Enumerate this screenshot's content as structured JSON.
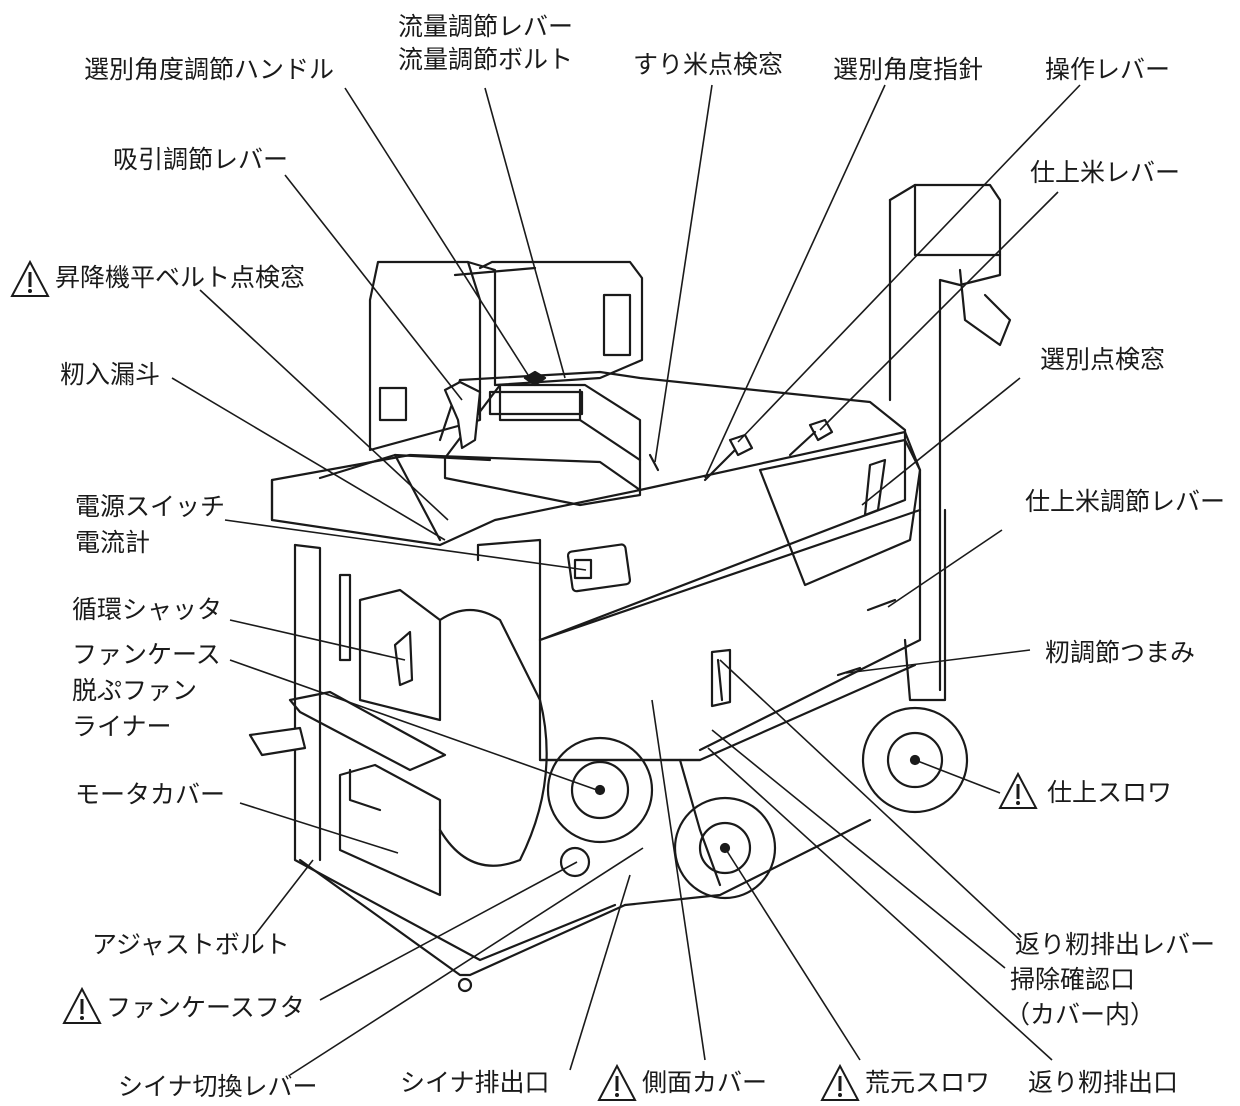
{
  "labels": {
    "sentaku_kakudo_handle": "選別角度調節ハンドル",
    "ryuryo_lever": "流量調節レバー",
    "ryuryo_bolt": "流量調節ボルト",
    "surimai_window": "すり米点検窓",
    "sentaku_kakudo_pointer": "選別角度指針",
    "sousa_lever": "操作レバー",
    "kyuin_lever": "吸引調節レバー",
    "shiage_mai_lever": "仕上米レバー",
    "elevator_belt_window": "昇降機平ベルト点検窓",
    "momi_hopper": "籾入漏斗",
    "sentaku_window": "選別点検窓",
    "power_switch": "電源スイッチ",
    "ammeter": "電流計",
    "shiage_mai_adjust_lever": "仕上米調節レバー",
    "junkan_shutter": "循環シャッタ",
    "momi_knob": "籾調節つまみ",
    "fan_case": "ファンケース",
    "husking_fan": "脱ぷファン",
    "liner": "ライナー",
    "shiage_thrower": "仕上スロワ",
    "motor_cover": "モータカバー",
    "adjust_bolt": "アジャストボルト",
    "kaeri_lever": "返り籾排出レバー",
    "cleaning_port": "掃除確認口",
    "cleaning_port_note": "（カバー内）",
    "fan_case_lid": "ファンケースフタ",
    "shiina_switch_lever": "シイナ切換レバー",
    "shiina_outlet": "シイナ排出口",
    "side_cover": "側面カバー",
    "aramoto_thrower": "荒元スロワ",
    "kaeri_outlet": "返り籾排出口"
  },
  "icons": {
    "warning": "warning-triangle-icon"
  },
  "colors": {
    "ink": "#1a1a1a",
    "background": "#ffffff"
  }
}
